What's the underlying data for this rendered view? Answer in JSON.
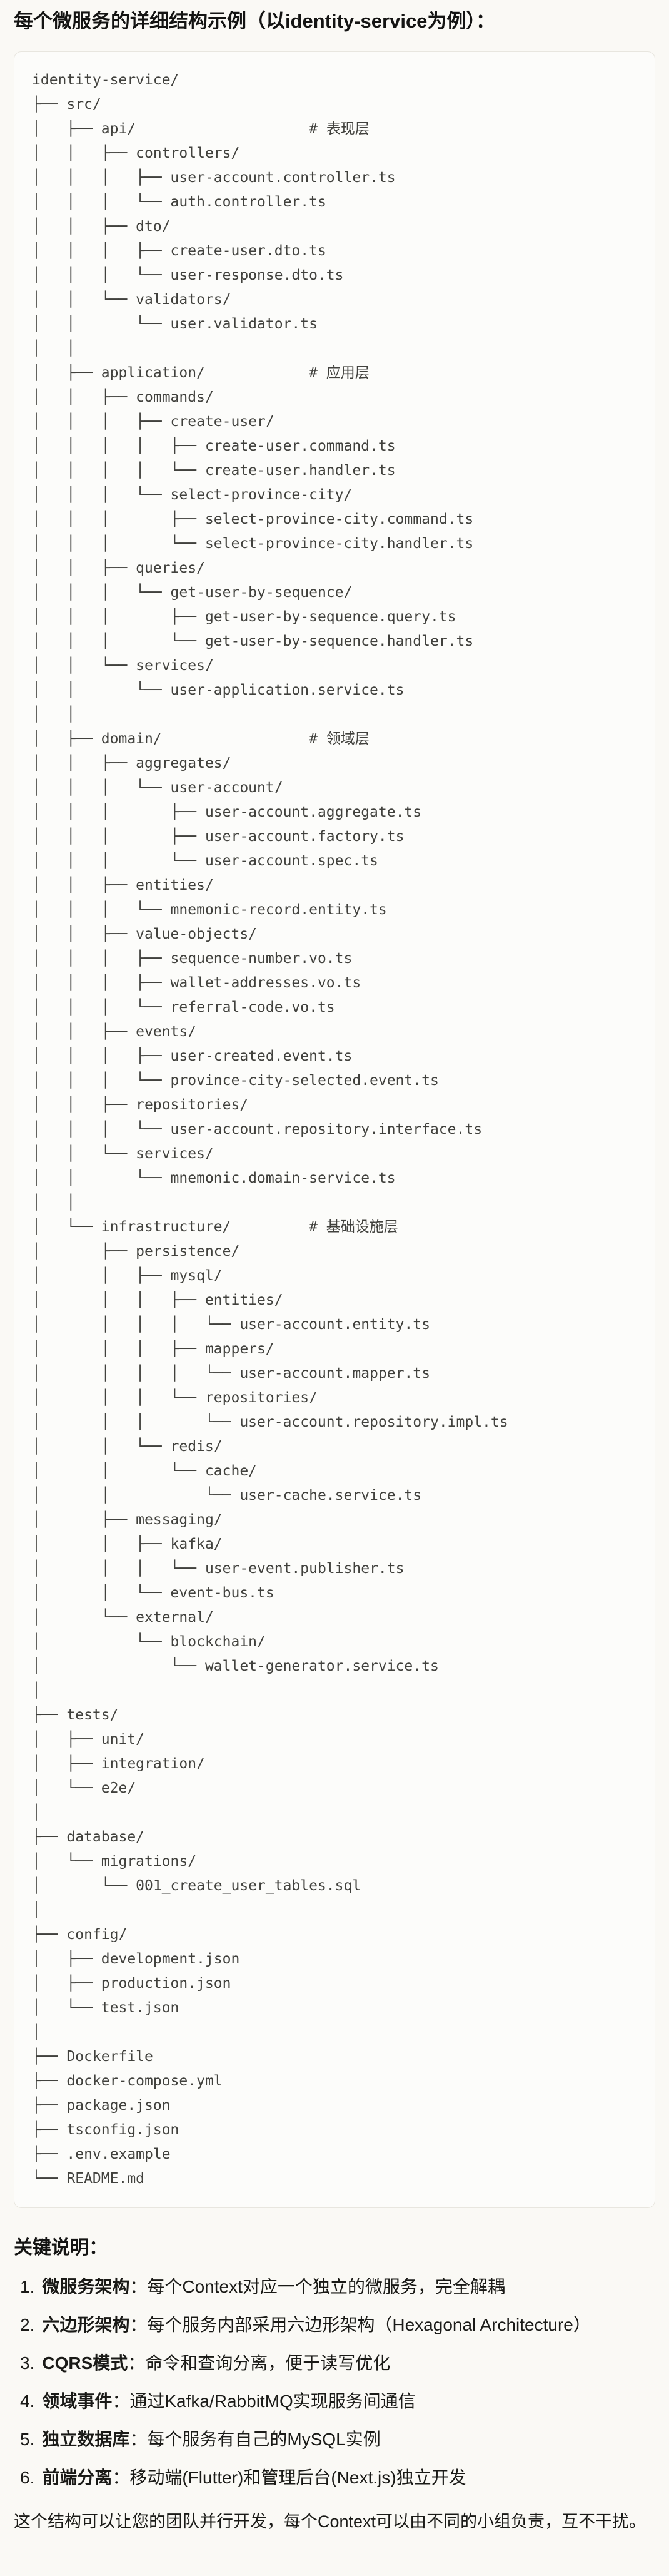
{
  "title": "每个微服务的详细结构示例（以identity-service为例）：",
  "code_block": {
    "lines": [
      "identity-service/",
      "├── src/",
      "│   ├── api/                    # 表现层",
      "│   │   ├── controllers/",
      "│   │   │   ├── user-account.controller.ts",
      "│   │   │   └── auth.controller.ts",
      "│   │   ├── dto/",
      "│   │   │   ├── create-user.dto.ts",
      "│   │   │   └── user-response.dto.ts",
      "│   │   └── validators/",
      "│   │       └── user.validator.ts",
      "│   │",
      "│   ├── application/            # 应用层",
      "│   │   ├── commands/",
      "│   │   │   ├── create-user/",
      "│   │   │   │   ├── create-user.command.ts",
      "│   │   │   │   └── create-user.handler.ts",
      "│   │   │   └── select-province-city/",
      "│   │   │       ├── select-province-city.command.ts",
      "│   │   │       └── select-province-city.handler.ts",
      "│   │   ├── queries/",
      "│   │   │   └── get-user-by-sequence/",
      "│   │   │       ├── get-user-by-sequence.query.ts",
      "│   │   │       └── get-user-by-sequence.handler.ts",
      "│   │   └── services/",
      "│   │       └── user-application.service.ts",
      "│   │",
      "│   ├── domain/                 # 领域层",
      "│   │   ├── aggregates/",
      "│   │   │   └── user-account/",
      "│   │   │       ├── user-account.aggregate.ts",
      "│   │   │       ├── user-account.factory.ts",
      "│   │   │       └── user-account.spec.ts",
      "│   │   ├── entities/",
      "│   │   │   └── mnemonic-record.entity.ts",
      "│   │   ├── value-objects/",
      "│   │   │   ├── sequence-number.vo.ts",
      "│   │   │   ├── wallet-addresses.vo.ts",
      "│   │   │   └── referral-code.vo.ts",
      "│   │   ├── events/",
      "│   │   │   ├── user-created.event.ts",
      "│   │   │   └── province-city-selected.event.ts",
      "│   │   ├── repositories/",
      "│   │   │   └── user-account.repository.interface.ts",
      "│   │   └── services/",
      "│   │       └── mnemonic.domain-service.ts",
      "│   │",
      "│   └── infrastructure/         # 基础设施层",
      "│       ├── persistence/",
      "│       │   ├── mysql/",
      "│       │   │   ├── entities/",
      "│       │   │   │   └── user-account.entity.ts",
      "│       │   │   ├── mappers/",
      "│       │   │   │   └── user-account.mapper.ts",
      "│       │   │   └── repositories/",
      "│       │   │       └── user-account.repository.impl.ts",
      "│       │   └── redis/",
      "│       │       └── cache/",
      "│       │           └── user-cache.service.ts",
      "│       ├── messaging/",
      "│       │   ├── kafka/",
      "│       │   │   └── user-event.publisher.ts",
      "│       │   └── event-bus.ts",
      "│       └── external/",
      "│           └── blockchain/",
      "│               └── wallet-generator.service.ts",
      "│",
      "├── tests/",
      "│   ├── unit/",
      "│   ├── integration/",
      "│   └── e2e/",
      "│",
      "├── database/",
      "│   └── migrations/",
      "│       └── 001_create_user_tables.sql",
      "│",
      "├── config/",
      "│   ├── development.json",
      "│   ├── production.json",
      "│   └── test.json",
      "│",
      "├── Dockerfile",
      "├── docker-compose.yml",
      "├── package.json",
      "├── tsconfig.json",
      "├── .env.example",
      "└── README.md"
    ]
  },
  "notes": {
    "heading": "关键说明：",
    "items": [
      {
        "marker": "1.",
        "term": "微服务架构",
        "text": "：每个Context对应一个独立的微服务，完全解耦"
      },
      {
        "marker": "2.",
        "term": "六边形架构",
        "text": "：每个服务内部采用六边形架构（Hexagonal Architecture）"
      },
      {
        "marker": "3.",
        "term": "CQRS模式",
        "text": "：命令和查询分离，便于读写优化"
      },
      {
        "marker": "4.",
        "term": "领域事件",
        "text": "：通过Kafka/RabbitMQ实现服务间通信"
      },
      {
        "marker": "5.",
        "term": "独立数据库",
        "text": "：每个服务有自己的MySQL实例"
      },
      {
        "marker": "6.",
        "term": "前端分离",
        "text": "：移动端(Flutter)和管理后台(Next.js)独立开发"
      }
    ]
  },
  "footer": "这个结构可以让您的团队并行开发，每个Context可以由不同的小组负责，互不干扰。",
  "colors": {
    "page_bg": "#FAF9F5",
    "code_bg": "#FCFCFA",
    "code_border": "#E8E6DF",
    "code_text": "#41413D",
    "text": "#1A1A17"
  }
}
